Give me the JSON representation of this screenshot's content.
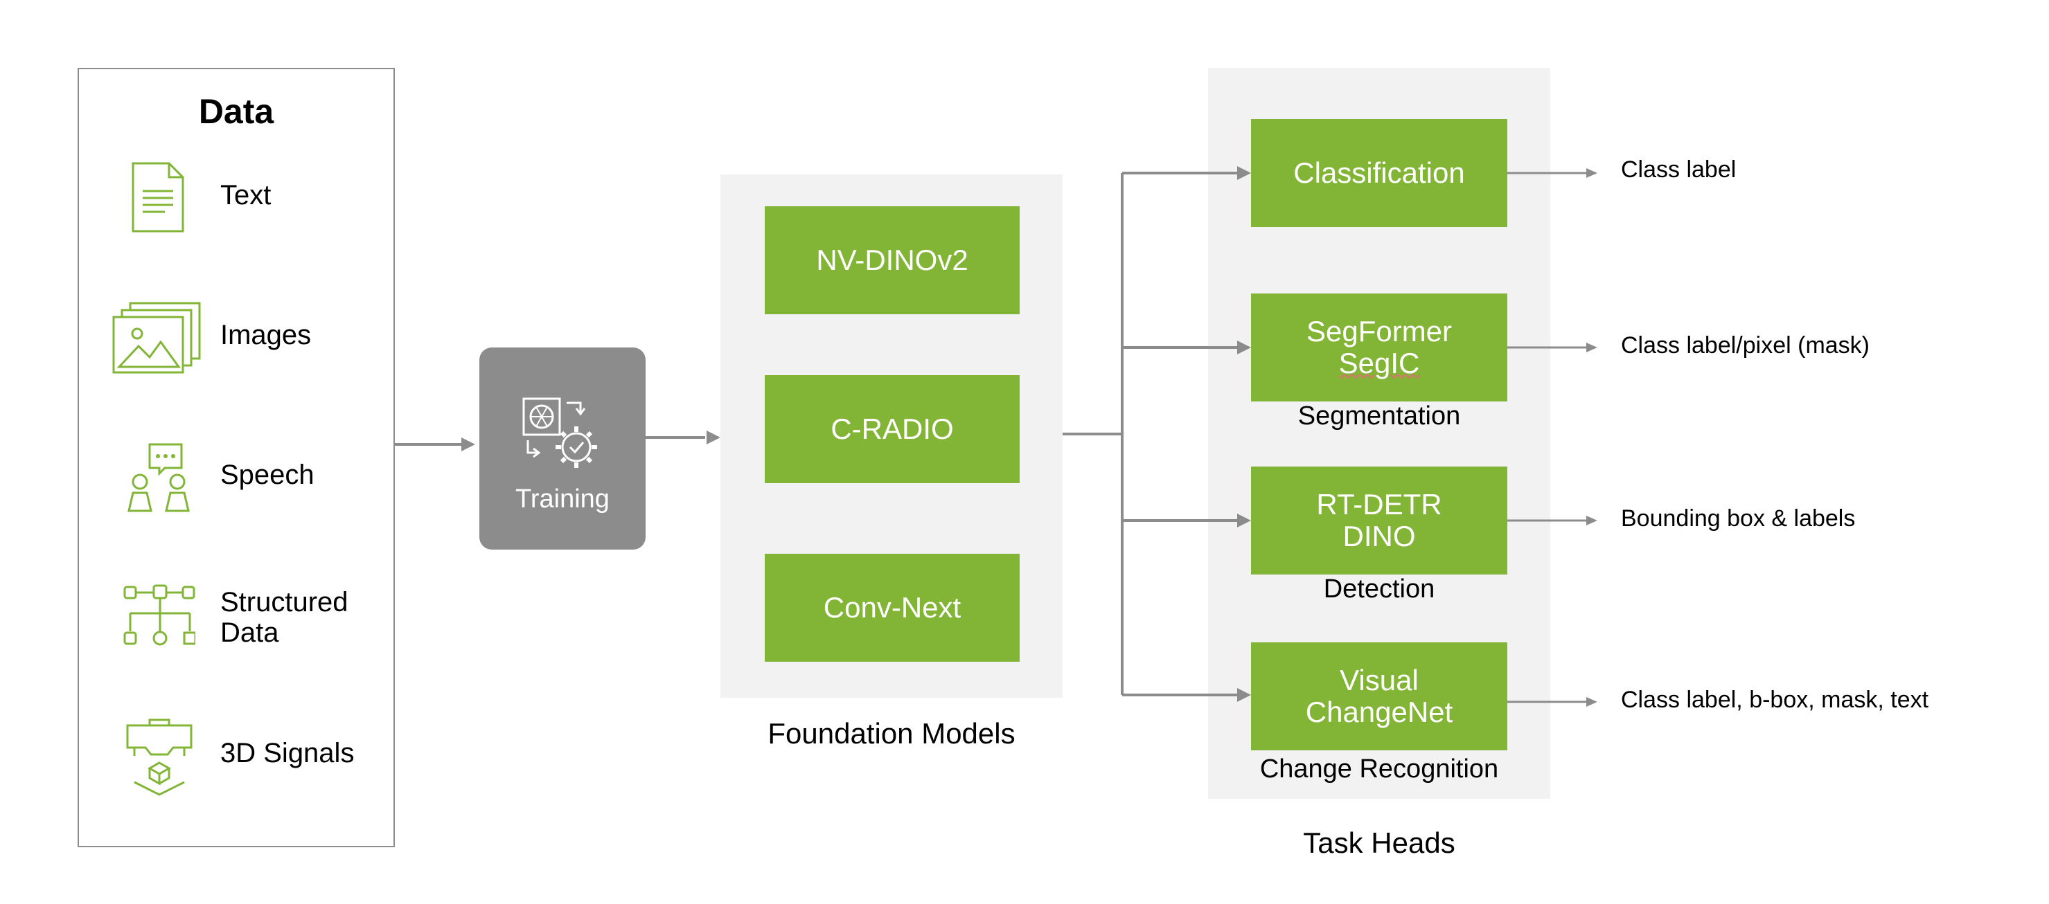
{
  "data_panel": {
    "title": "Data",
    "items": [
      {
        "label": "Text",
        "icon": "document-icon"
      },
      {
        "label": "Images",
        "icon": "images-icon"
      },
      {
        "label": "Speech",
        "icon": "speech-icon"
      },
      {
        "label_line1": "Structured",
        "label_line2": "Data",
        "icon": "structured-data-icon"
      },
      {
        "label": "3D Signals",
        "icon": "3d-signals-icon"
      }
    ]
  },
  "training": {
    "label": "Training",
    "icon": "training-gear-icon"
  },
  "foundation_models": {
    "caption": "Foundation Models",
    "models": [
      "NV-DINOv2",
      "C-RADIO",
      "Conv-Next"
    ]
  },
  "task_heads": {
    "caption": "Task Heads",
    "heads": [
      {
        "box_text": "Classification",
        "output": "Class label"
      },
      {
        "box_line1": "SegFormer",
        "box_line2": "SegIC",
        "sub_caption": "Segmentation",
        "output": "Class label/pixel (mask)"
      },
      {
        "box_line1": "RT-DETR",
        "box_line2": "DINO",
        "sub_caption": "Detection",
        "output": "Bounding box & labels"
      },
      {
        "box_line1": "Visual",
        "box_line2": "ChangeNet",
        "sub_caption": "Change Recognition",
        "output": "Class label, b-box, mask, text"
      }
    ]
  },
  "colors": {
    "green": "#82b536",
    "grey_box": "#8c8c8c",
    "panel_bg": "#f2f2f2",
    "arrow": "#8c8c8c"
  }
}
